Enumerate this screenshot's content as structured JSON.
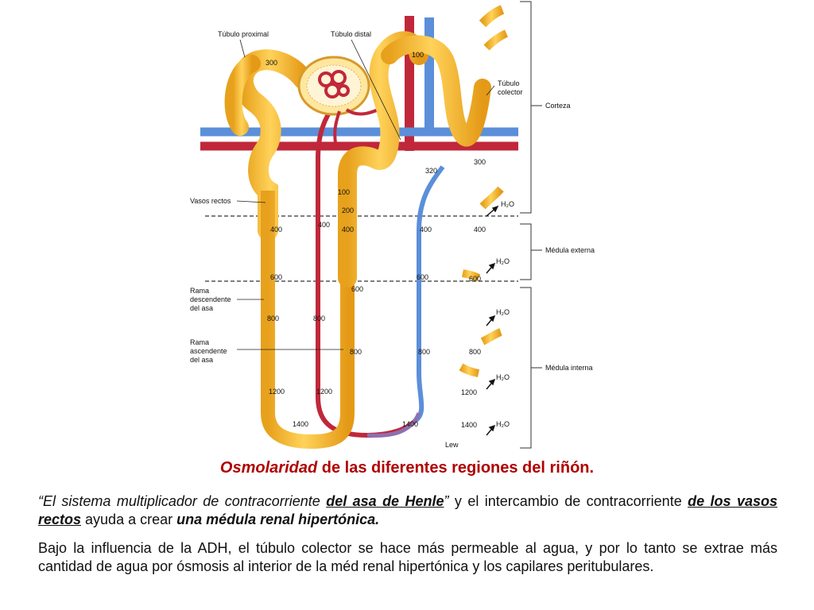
{
  "figure": {
    "labels": {
      "tubulo_proximal": "Túbulo proximal",
      "tubulo_distal": "Túbulo distal",
      "tubulo_colector_1": "Túbulo",
      "tubulo_colector_2": "colector",
      "vasos_rectos": "Vasos rectos",
      "rama_desc_1": "Rama",
      "rama_desc_2": "descendente",
      "rama_desc_3": "del asa",
      "rama_asc_1": "Rama",
      "rama_asc_2": "ascendente",
      "rama_asc_3": "del asa",
      "corteza": "Corteza",
      "medula_externa": "Médula externa",
      "medula_interna": "Médula interna",
      "h2o": "H₂O",
      "signature": "Lew"
    },
    "osmolarity": {
      "prox_300": "300",
      "distal_100": "100",
      "asc_100": "100",
      "asc_200": "200",
      "v320": "320",
      "col_300": "300",
      "desc_400": "400",
      "vr_400": "400",
      "asc_400": "400",
      "vb_400": "400",
      "col_400": "400",
      "desc_600": "600",
      "asc_600": "600",
      "vb_600": "600",
      "col_600": "600",
      "desc_800": "800",
      "vr_800": "800",
      "asc_800": "800",
      "vb_800": "800",
      "col_800": "800",
      "desc_1200": "1200",
      "vr_1200": "1200",
      "col_1200": "1200",
      "loop_1400": "1400",
      "vb_1400": "1400",
      "col_1400": "1400"
    },
    "colors": {
      "tubule": "#f5b82e",
      "tubule_light": "#ffe07a",
      "artery": "#c0283a",
      "vein": "#5b8fd9"
    }
  },
  "caption": {
    "highlight": "Osmolaridad",
    "rest": " de las diferentes regiones del riñón."
  },
  "paragraph1": {
    "s1": "“El sistema multiplicador de contracorriente ",
    "s2": "del asa de Henle",
    "s3": "”",
    "s4": " y el intercambio de contracorriente ",
    "s5": "de los vasos rectos",
    "s6": " ayuda a crear ",
    "s7": "una médula renal hipertónica."
  },
  "paragraph2": "Bajo la influencia de la ADH, el túbulo colector se hace más permeable al agua, y por lo tanto se extrae más cantidad de agua por ósmosis al interior de la méd renal hipertónica y los capilares peritubulares."
}
